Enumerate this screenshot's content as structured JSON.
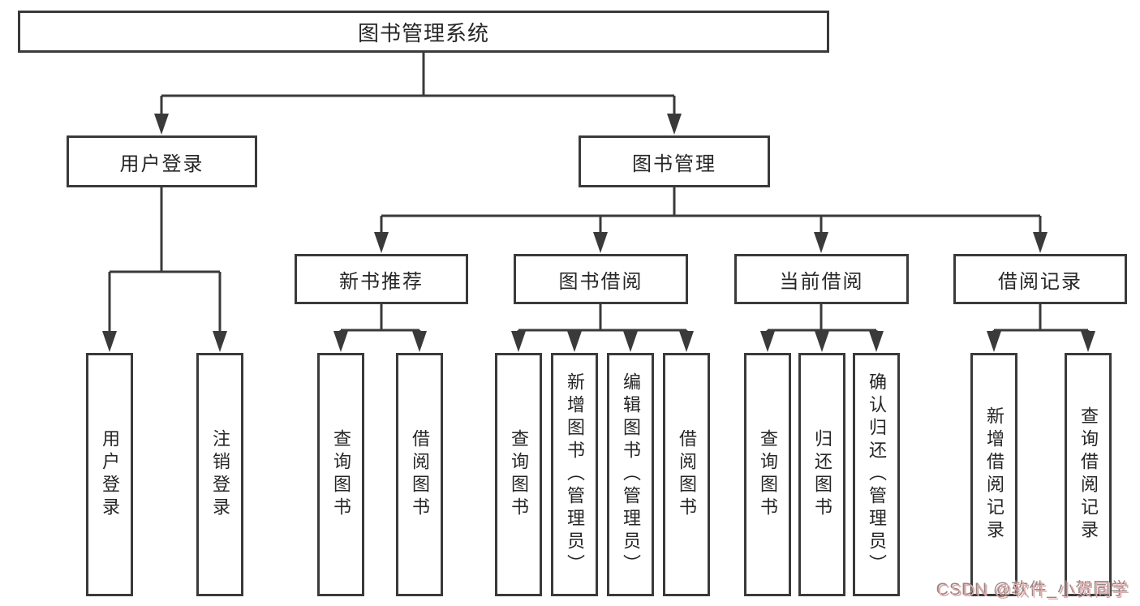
{
  "page": {
    "background": "#ffffff"
  },
  "diagram": {
    "line_color": "#3a3a3a",
    "root": {
      "label": "图书管理系统"
    },
    "level2": {
      "user_login": {
        "label": "用户登录"
      },
      "book_management": {
        "label": "图书管理"
      }
    },
    "level3": {
      "new_book_recommend": {
        "label": "新书推荐"
      },
      "book_borrow": {
        "label": "图书借阅"
      },
      "current_borrow": {
        "label": "当前借阅"
      },
      "borrow_records": {
        "label": "借阅记录"
      }
    },
    "leaves": {
      "user_login_action": {
        "label": "用户登录"
      },
      "logout_action": {
        "label": "注销登录"
      },
      "recommend_query_books": {
        "label": "查询图书"
      },
      "recommend_borrow_books": {
        "label": "借阅图书"
      },
      "borrow_query_books": {
        "label": "查询图书"
      },
      "borrow_add_books": {
        "label": "新增图书（管理员）"
      },
      "borrow_edit_books": {
        "label": "编辑图书（管理员）"
      },
      "borrow_borrow_books": {
        "label": "借阅图书"
      },
      "current_query_books": {
        "label": "查询图书"
      },
      "current_return_books": {
        "label": "归还图书"
      },
      "current_confirm_return": {
        "label": "确认归还（管理员）"
      },
      "records_add_record": {
        "label": "新增借阅记录"
      },
      "records_query_record": {
        "label": "查询借阅记录"
      }
    }
  },
  "watermark": {
    "text": "CSDN @软件_小贺同学",
    "pink": "#e8a6a6",
    "gray": "#8a8a8a"
  }
}
